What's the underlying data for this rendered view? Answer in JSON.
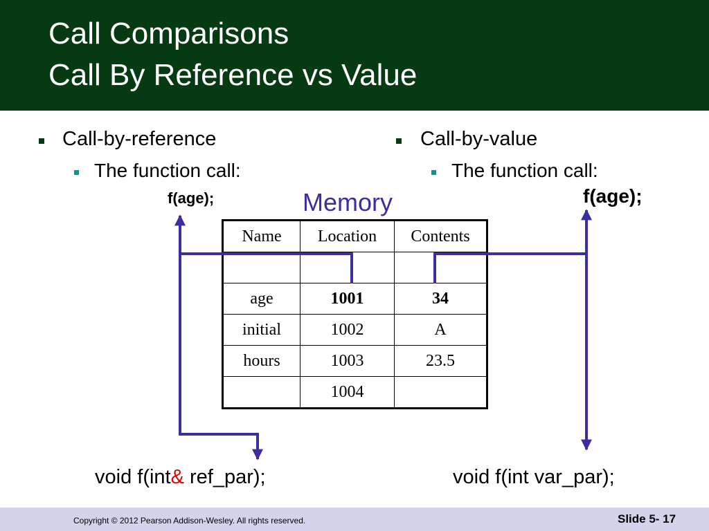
{
  "title": {
    "line1": "Call Comparisons",
    "line2": "Call By Reference vs Value"
  },
  "left": {
    "bullet": "Call-by-reference",
    "sub_bullet": "The function call:",
    "call": "f(age);",
    "decl_prefix": "void f(int",
    "decl_amp": "&",
    "decl_suffix": " ref_par);"
  },
  "right": {
    "bullet": "Call-by-value",
    "sub_bullet": "The function call:",
    "call": "f(age);",
    "decl": "void f(int var_par);"
  },
  "memory_label": "Memory",
  "table": {
    "headers": [
      "Name",
      "Location",
      "Contents"
    ],
    "rows": [
      [
        "",
        "",
        ""
      ],
      [
        "age",
        "1001",
        "34"
      ],
      [
        "initial",
        "1002",
        "A"
      ],
      [
        "hours",
        "1003",
        "23.5"
      ],
      [
        "",
        "1004",
        ""
      ]
    ]
  },
  "footer": {
    "copyright": "Copyright © 2012 Pearson Addison-Wesley.  All rights reserved.",
    "slide": "Slide 5- 17"
  },
  "colors": {
    "header_bg": "#063a12",
    "arrow": "#3a2fa0",
    "footer_bg": "#d3d3ec",
    "amp": "#e00000",
    "sub_bullet": "#1b8f8c"
  }
}
